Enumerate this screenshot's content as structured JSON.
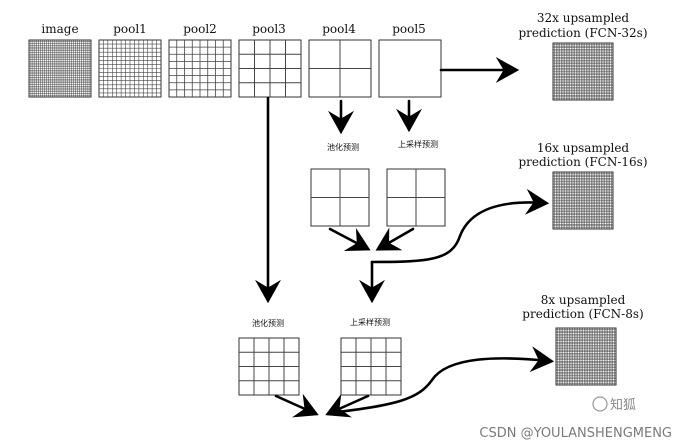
{
  "pools": {
    "image": "image",
    "pool1": "pool1",
    "pool2": "pool2",
    "pool3": "pool3",
    "pool4": "pool4",
    "pool5": "pool5"
  },
  "outputs": {
    "fcn32_line1": "32x upsampled",
    "fcn32_line2": "prediction (FCN-32s)",
    "fcn16_line1": "16x upsampled",
    "fcn16_line2": "prediction (FCN-16s)",
    "fcn8_line1": "8x upsampled",
    "fcn8_line2": "prediction (FCN-8s)"
  },
  "annotations": {
    "pool_predict_1": "池化预测",
    "upsample_predict_1": "上采样预测",
    "pool_predict_2": "池化预测",
    "upsample_predict_2": "上采样预测"
  },
  "watermarks": {
    "zhihu": "知狐",
    "csdn": "CSDN @YOULANSHENGMENG"
  }
}
